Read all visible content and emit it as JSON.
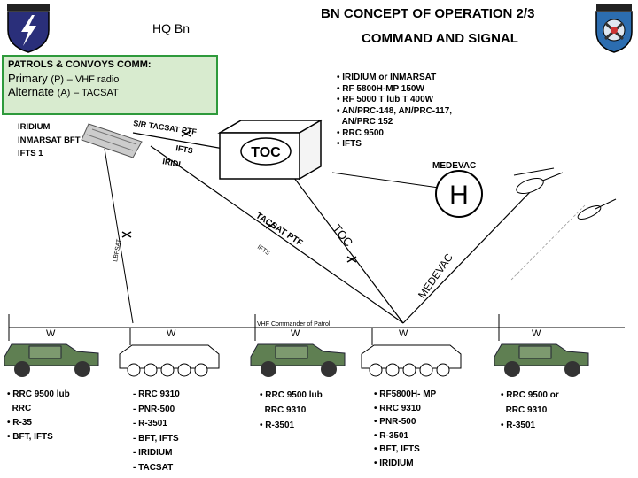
{
  "header": {
    "hq_label": "HQ Bn",
    "title_line1": "BN CONCEPT OF OPERATION  2/3",
    "title_line2": "COMMAND AND SIGNAL"
  },
  "info_box": {
    "line1": "PATROLS & CONVOYS COMM:",
    "primary_label": "Primary",
    "primary_code": "(P)",
    "primary_value": "– VHF radio",
    "alternate_label": "Alternate",
    "alternate_code": "(A)",
    "alternate_value": "–  TACSAT"
  },
  "left_comms": [
    "IRIDIUM",
    "INMARSAT BFT",
    "IFTS 1"
  ],
  "toc_label": "TOC",
  "toc_comms": [
    "IRIDIUM or INMARSAT",
    "RF 5800H-MP 150W",
    "RF 5000 T lub T 400W",
    "AN/PRC-148, AN/PRC-117,",
    "AN/PRC 152",
    "RRC 9500",
    "IFTS"
  ],
  "medevac": {
    "label": "MEDEVAC",
    "symbol": "H"
  },
  "links": {
    "sr_tacsat": "S/R TACSAT PTF",
    "ifts": "IFTS",
    "iridi": "IRIDI",
    "tacsat_ptf": "TACSAT PTF",
    "ifts_small": "IFTS",
    "toc_link": "TOC",
    "medevac_link": "MEDEVAC",
    "vhf_commander": "VHF Commander of Patrol",
    "lbfsat": "LBFSAT",
    "w": "W"
  },
  "vehicles": [
    {
      "lines": [
        "RRC 9500 lub",
        "RRC",
        "R-35",
        "BFT, IFTS"
      ]
    },
    {
      "lines": [
        "RRC 9310",
        "PNR-500",
        "R-3501",
        "BFT, IFTS",
        "IRIDIUM",
        "TACSAT"
      ]
    },
    {
      "lines": [
        "RRC 9500 lub",
        "RRC 9310",
        "R-3501"
      ]
    },
    {
      "lines": [
        "RF5800H- MP",
        "RRC 9310",
        "PNR-500",
        "R-3501",
        "BFT, IFTS",
        "IRIDIUM"
      ]
    },
    {
      "lines": [
        "RRC 9500 or",
        "RRC 9310",
        "R-3501"
      ]
    }
  ],
  "colors": {
    "box_border": "#2e9a3c",
    "box_fill": "#d8ebcf",
    "vehicle_green": "#5f7f52"
  }
}
